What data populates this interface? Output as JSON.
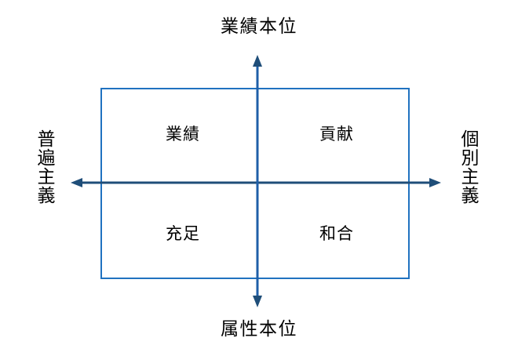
{
  "diagram": {
    "type": "2x2-quadrant-matrix",
    "colors": {
      "rectangle_border": "#2072C0",
      "axis": "#1F4E79",
      "text": "#000000",
      "background": "#FFFFFF"
    },
    "axes": {
      "vertical": {
        "top_label": "業績本位",
        "bottom_label": "属性本位",
        "arrow_both_ends": true
      },
      "horizontal": {
        "left_label": "普遍主義",
        "right_label": "個別主義",
        "arrow_both_ends": true
      }
    },
    "quadrants": [
      {
        "position": "top-left",
        "label": "業績"
      },
      {
        "position": "top-right",
        "label": "貢献"
      },
      {
        "position": "bottom-left",
        "label": "充足"
      },
      {
        "position": "bottom-right",
        "label": "和合"
      }
    ]
  }
}
